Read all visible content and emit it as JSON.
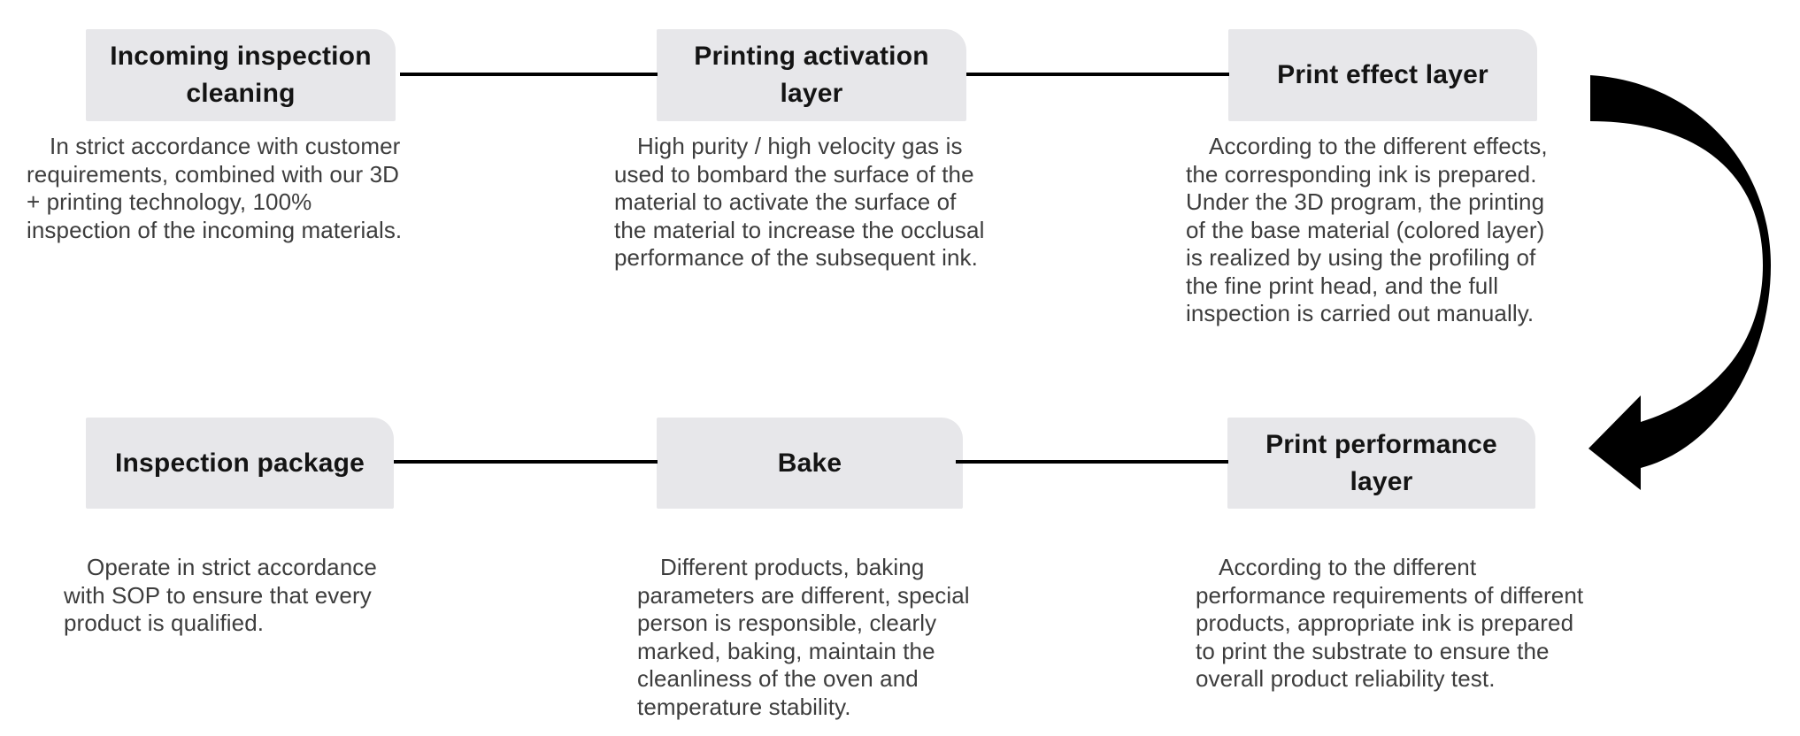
{
  "diagram": {
    "type": "process-flow",
    "rows": 2,
    "steps": [
      {
        "id": "incoming-inspection-cleaning",
        "label": "Incoming inspection\ncleaning",
        "description": "In strict accordance with customer\nrequirements, combined with our 3D\n+ printing technology, 100%\ninspection of the incoming materials."
      },
      {
        "id": "printing-activation-layer",
        "label": "Printing activation\nlayer",
        "description": "High purity / high velocity gas is\nused to bombard the surface of the\nmaterial to activate the surface of\nthe material to increase the occlusal\nperformance of the subsequent ink."
      },
      {
        "id": "print-effect-layer",
        "label": "Print effect layer",
        "description": "According to the different effects,\nthe corresponding ink is prepared.\nUnder the 3D program, the printing\nof the base material (colored layer)\nis realized by using the profiling of\nthe fine print head, and the full\ninspection is carried out manually."
      },
      {
        "id": "inspection-package",
        "label": "Inspection package",
        "description": "Operate in strict accordance\nwith SOP to ensure that every\nproduct is qualified."
      },
      {
        "id": "bake",
        "label": "Bake",
        "description": "Different products, baking\nparameters are different, special\nperson is responsible, clearly\nmarked, baking, maintain the\ncleanliness of the oven and\ntemperature stability."
      },
      {
        "id": "print-performance-layer",
        "label": "Print performance\nlayer",
        "description": "According to the different\nperformance requirements of different\nproducts, appropriate ink is prepared\nto print the substrate to ensure the\noverall product reliability test."
      }
    ]
  },
  "colors": {
    "background": "#ffffff",
    "box_fill": "#e7e7ea",
    "heading_text": "#141414",
    "body_text": "#3d3d3d",
    "connector": "#000000",
    "arrow": "#000000"
  }
}
